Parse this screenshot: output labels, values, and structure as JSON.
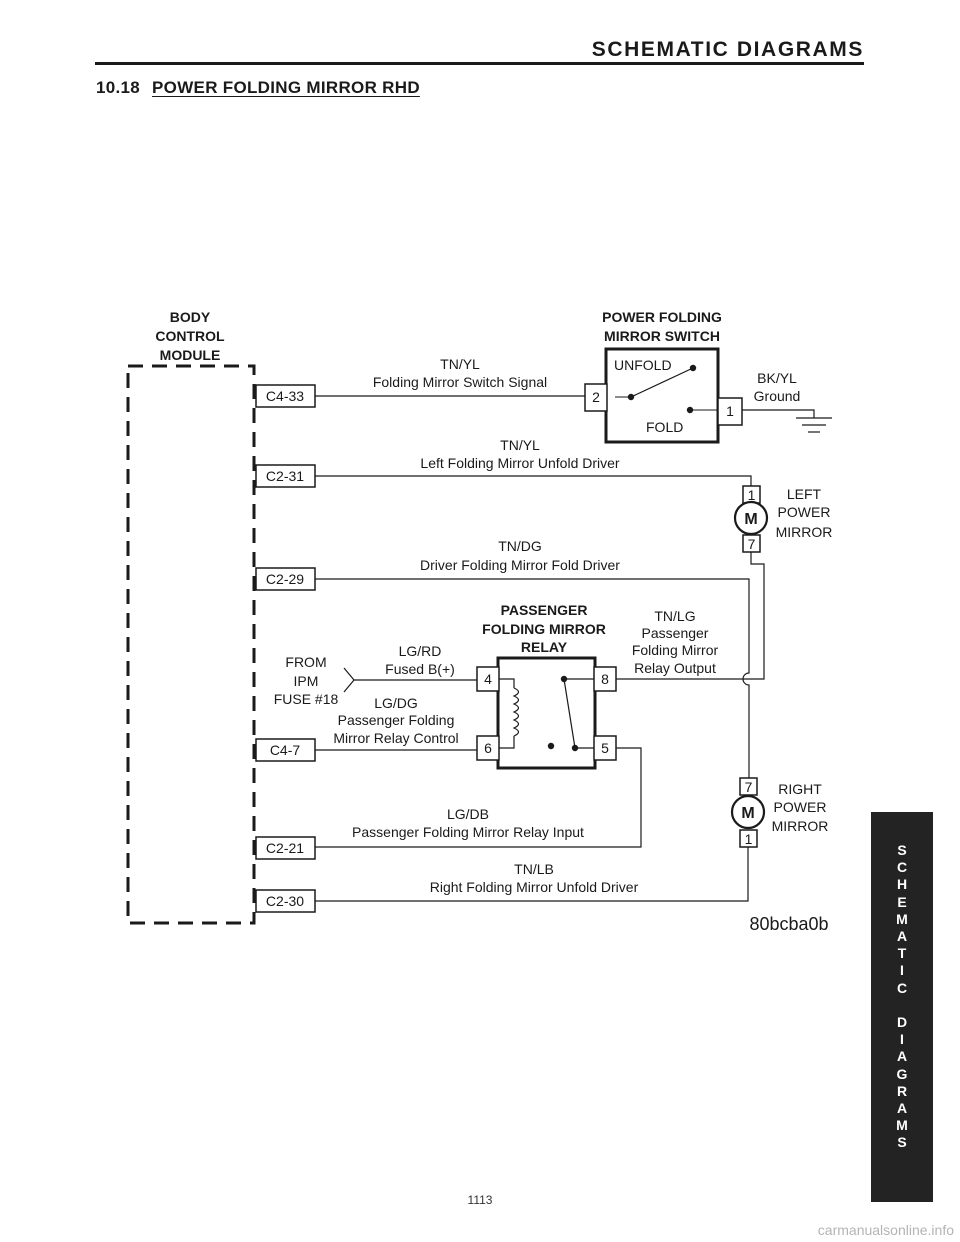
{
  "header": {
    "title": "SCHEMATIC DIAGRAMS",
    "section_number": "10.18",
    "section_title": "POWER FOLDING MIRROR RHD"
  },
  "side_tab": {
    "label": "SCHEMATIC DIAGRAMS"
  },
  "page_number": "1113",
  "watermark": "carmanualsonline.info",
  "diagram": {
    "figure_id": "80bcba0b",
    "bcm": {
      "line1": "BODY",
      "line2": "CONTROL",
      "line3": "MODULE"
    },
    "connectors": {
      "c4_33": "C4-33",
      "c2_31": "C2-31",
      "c2_29": "C2-29",
      "c4_7": "C4-7",
      "c2_21": "C2-21",
      "c2_30": "C2-30"
    },
    "wires": {
      "switch_signal": {
        "color": "TN/YL",
        "desc": "Folding Mirror Switch Signal"
      },
      "left_unfold": {
        "color": "TN/YL",
        "desc": "Left Folding Mirror Unfold Driver"
      },
      "driver_fold": {
        "color": "TN/DG",
        "desc": "Driver Folding Mirror Fold Driver"
      },
      "fused_b": {
        "color": "LG/RD",
        "desc": "Fused B(+)"
      },
      "relay_control": {
        "color": "LG/DG",
        "desc1": "Passenger Folding",
        "desc2": "Mirror Relay Control"
      },
      "relay_output": {
        "color": "TN/LG",
        "desc1": "Passenger",
        "desc2": "Folding Mirror",
        "desc3": "Relay Output"
      },
      "relay_input": {
        "color": "LG/DB",
        "desc": "Passenger Folding Mirror Relay Input"
      },
      "right_unfold": {
        "color": "TN/LB",
        "desc": "Right Folding Mirror Unfold Driver"
      },
      "ground": {
        "color": "BK/YL",
        "desc": "Ground"
      }
    },
    "switch": {
      "title1": "POWER FOLDING",
      "title2": "MIRROR SWITCH",
      "unfold": "UNFOLD",
      "fold": "FOLD",
      "pin_left": "2",
      "pin_right": "1"
    },
    "relay": {
      "title1": "PASSENGER",
      "title2": "FOLDING MIRROR",
      "title3": "RELAY",
      "pin4": "4",
      "pin8": "8",
      "pin6": "6",
      "pin5": "5"
    },
    "fuse_source": {
      "line1": "FROM",
      "line2": "IPM",
      "line3": "FUSE #18"
    },
    "left_mirror": {
      "line1": "LEFT",
      "line2": "POWER",
      "line3": "MIRROR",
      "motor": "M",
      "pin_top": "1",
      "pin_bottom": "7"
    },
    "right_mirror": {
      "line1": "RIGHT",
      "line2": "POWER",
      "line3": "MIRROR",
      "motor": "M",
      "pin_top": "7",
      "pin_bottom": "1"
    }
  }
}
